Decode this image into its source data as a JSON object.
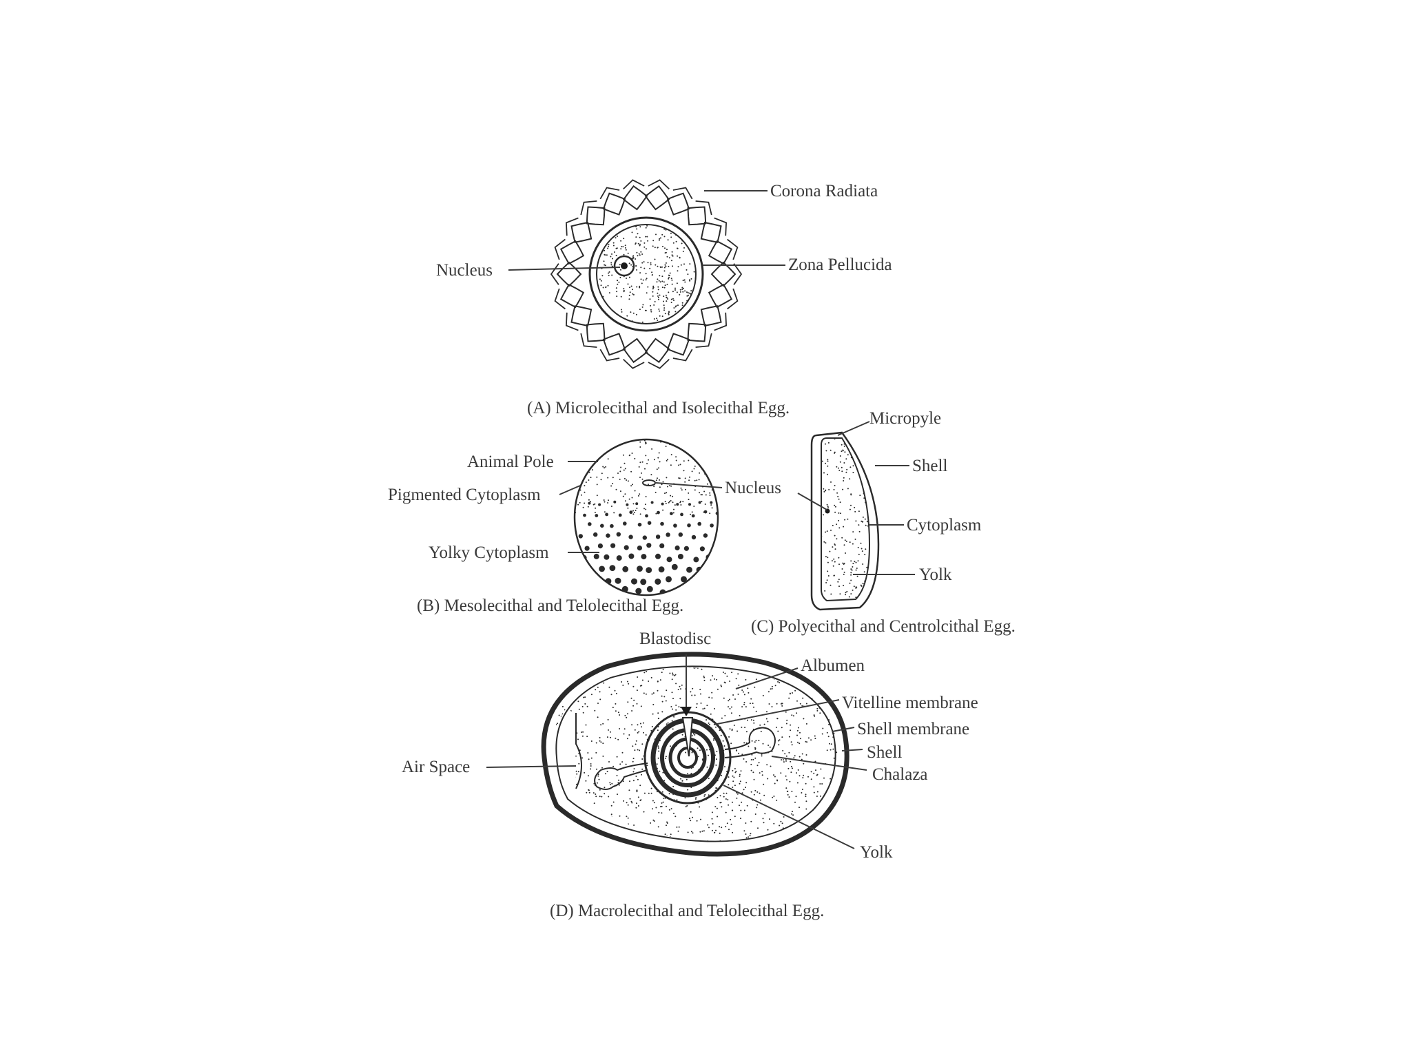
{
  "panels": {
    "A": {
      "caption": "(A) Microlecithal and Isolecithal Egg.",
      "labels": {
        "corona_radiata": "Corona Radiata",
        "zona_pellucida": "Zona Pellucida",
        "nucleus": "Nucleus"
      }
    },
    "B": {
      "caption": "(B) Mesolecithal and Telolecithal Egg.",
      "labels": {
        "animal_pole": "Animal Pole",
        "pigmented_cytoplasm": "Pigmented Cytoplasm",
        "yolky_cytoplasm": "Yolky Cytoplasm",
        "nucleus": "Nucleus"
      }
    },
    "C": {
      "caption": "(C) Polyecithal and Centrolcithal Egg.",
      "labels": {
        "micropyle": "Micropyle",
        "shell": "Shell",
        "cytoplasm": "Cytoplasm",
        "yolk": "Yolk"
      }
    },
    "D": {
      "caption": "(D) Macrolecithal and Telolecithal Egg.",
      "labels": {
        "blastodisc": "Blastodisc",
        "albumen": "Albumen",
        "vitelline_membrane": "Vitelline membrane",
        "shell_membrane": "Shell membrane",
        "shell": "Shell",
        "chalaza": "Chalaza",
        "air_space": "Air Space",
        "yolk": "Yolk"
      }
    }
  },
  "colors": {
    "ink": "#2a2a2a",
    "label": "#3a3a3a",
    "background": "#ffffff"
  }
}
